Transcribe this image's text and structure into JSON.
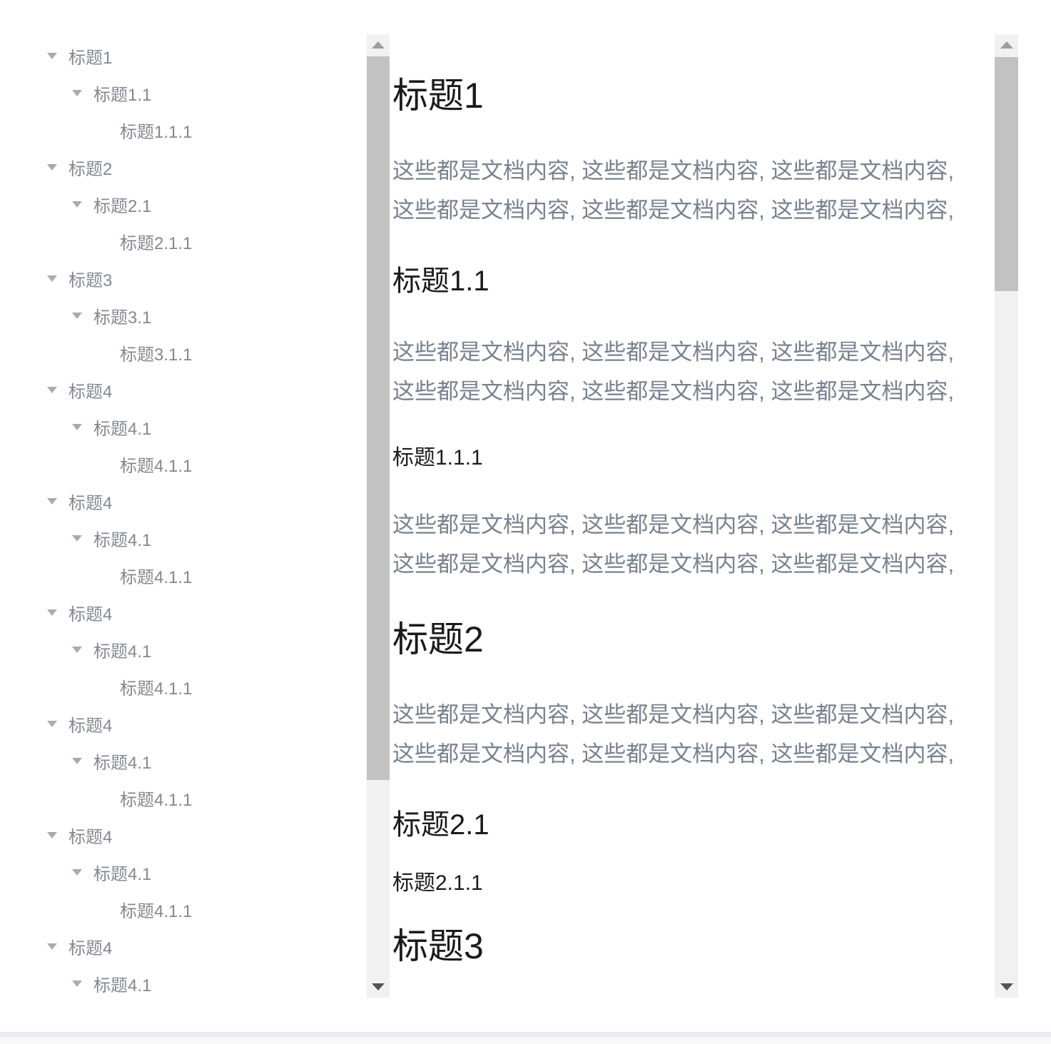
{
  "tree": {
    "items": [
      {
        "label": "标题1",
        "level": 1,
        "expanded": true
      },
      {
        "label": "标题1.1",
        "level": 2,
        "expanded": true
      },
      {
        "label": "标题1.1.1",
        "level": 3,
        "expanded": false
      },
      {
        "label": "标题2",
        "level": 1,
        "expanded": true
      },
      {
        "label": "标题2.1",
        "level": 2,
        "expanded": true
      },
      {
        "label": "标题2.1.1",
        "level": 3,
        "expanded": false
      },
      {
        "label": "标题3",
        "level": 1,
        "expanded": true
      },
      {
        "label": "标题3.1",
        "level": 2,
        "expanded": true
      },
      {
        "label": "标题3.1.1",
        "level": 3,
        "expanded": false
      },
      {
        "label": "标题4",
        "level": 1,
        "expanded": true
      },
      {
        "label": "标题4.1",
        "level": 2,
        "expanded": true
      },
      {
        "label": "标题4.1.1",
        "level": 3,
        "expanded": false
      },
      {
        "label": "标题4",
        "level": 1,
        "expanded": true
      },
      {
        "label": "标题4.1",
        "level": 2,
        "expanded": true
      },
      {
        "label": "标题4.1.1",
        "level": 3,
        "expanded": false
      },
      {
        "label": "标题4",
        "level": 1,
        "expanded": true
      },
      {
        "label": "标题4.1",
        "level": 2,
        "expanded": true
      },
      {
        "label": "标题4.1.1",
        "level": 3,
        "expanded": false
      },
      {
        "label": "标题4",
        "level": 1,
        "expanded": true
      },
      {
        "label": "标题4.1",
        "level": 2,
        "expanded": true
      },
      {
        "label": "标题4.1.1",
        "level": 3,
        "expanded": false
      },
      {
        "label": "标题4",
        "level": 1,
        "expanded": true
      },
      {
        "label": "标题4.1",
        "level": 2,
        "expanded": true
      },
      {
        "label": "标题4.1.1",
        "level": 3,
        "expanded": false
      },
      {
        "label": "标题4",
        "level": 1,
        "expanded": true
      },
      {
        "label": "标题4.1",
        "level": 2,
        "expanded": true
      }
    ]
  },
  "doc": {
    "blocks": [
      {
        "type": "h1",
        "text": "标题1"
      },
      {
        "type": "p",
        "text": "这些都是文档内容, 这些都是文档内容, 这些都是文档内容, 这些都是文档内容, 这些都是文档内容, 这些都是文档内容,"
      },
      {
        "type": "h2",
        "text": "标题1.1"
      },
      {
        "type": "p",
        "text": "这些都是文档内容, 这些都是文档内容, 这些都是文档内容, 这些都是文档内容, 这些都是文档内容, 这些都是文档内容,"
      },
      {
        "type": "h3",
        "text": "标题1.1.1"
      },
      {
        "type": "p",
        "text": "这些都是文档内容, 这些都是文档内容, 这些都是文档内容, 这些都是文档内容, 这些都是文档内容, 这些都是文档内容,"
      },
      {
        "type": "h1",
        "text": "标题2"
      },
      {
        "type": "p",
        "text": "这些都是文档内容, 这些都是文档内容, 这些都是文档内容, 这些都是文档内容, 这些都是文档内容, 这些都是文档内容,"
      },
      {
        "type": "h2",
        "text": "标题2.1"
      },
      {
        "type": "h3",
        "text": "标题2.1.1"
      },
      {
        "type": "h1",
        "text": "标题3"
      }
    ]
  },
  "icons": {
    "caret-down-icon": "▾",
    "scroll-up-icon": "▲",
    "scroll-down-icon": "▼"
  },
  "colors": {
    "tree_text": "#84888f",
    "caret": "#a7abb2",
    "heading_text": "#1b1b1d",
    "paragraph_text": "#78828f",
    "scrollbar_track": "#f1f1f1",
    "scrollbar_thumb": "#c2c2c2",
    "footer_band": "#e9ebf2",
    "footer_bg": "#f8f8f9"
  }
}
